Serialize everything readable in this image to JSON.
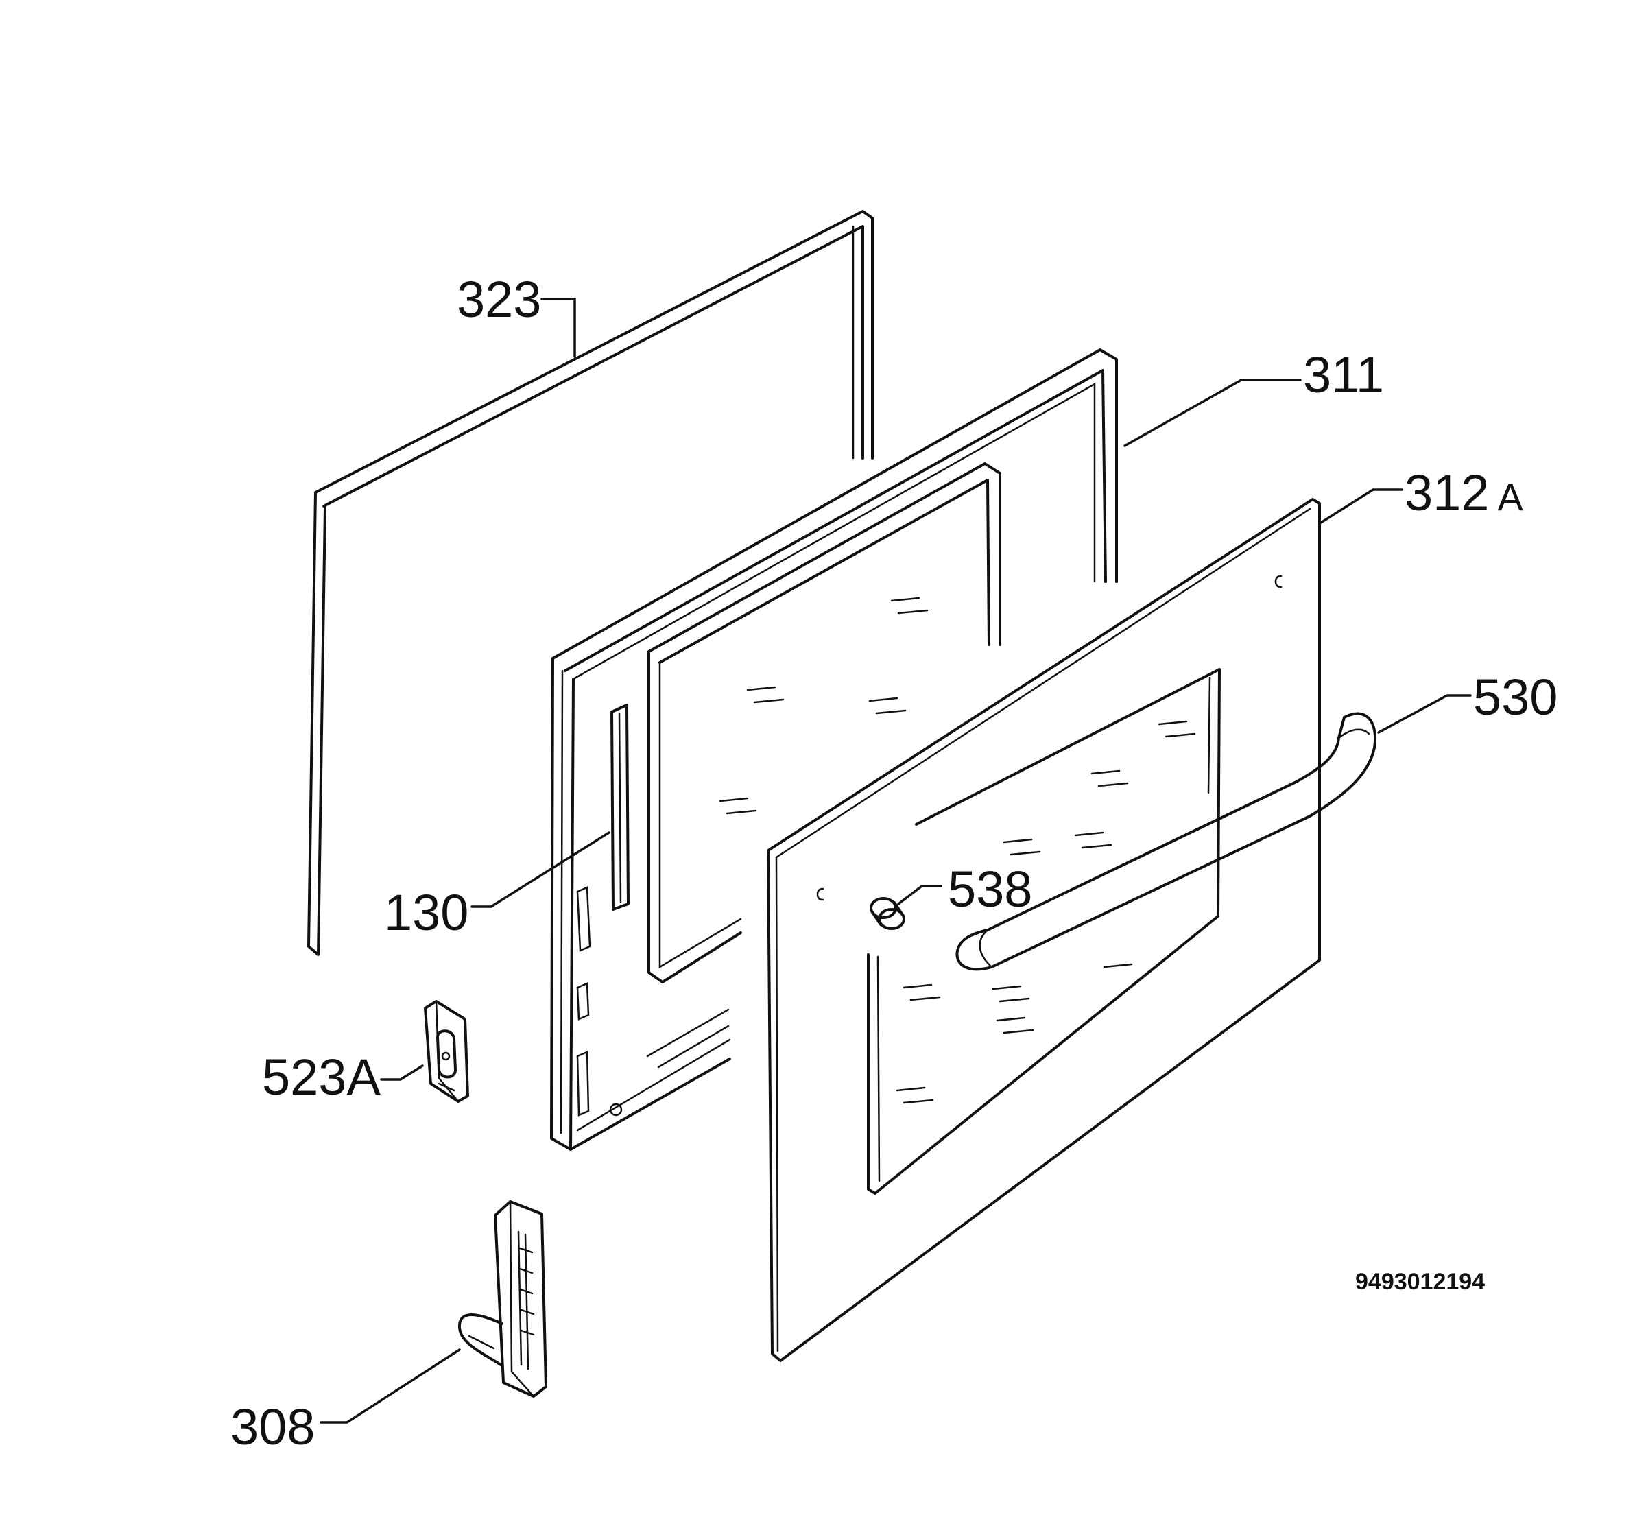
{
  "diagram": {
    "callouts": [
      {
        "id": "323",
        "text": "323",
        "suffix": ""
      },
      {
        "id": "311",
        "text": "311",
        "suffix": ""
      },
      {
        "id": "312a",
        "text": "312",
        "suffix": "A"
      },
      {
        "id": "530",
        "text": "530",
        "suffix": ""
      },
      {
        "id": "130",
        "text": "130",
        "suffix": ""
      },
      {
        "id": "538",
        "text": "538",
        "suffix": ""
      },
      {
        "id": "523a",
        "text": "523A",
        "suffix": ""
      },
      {
        "id": "308",
        "text": "308",
        "suffix": ""
      }
    ],
    "document_number": "9493012194"
  }
}
